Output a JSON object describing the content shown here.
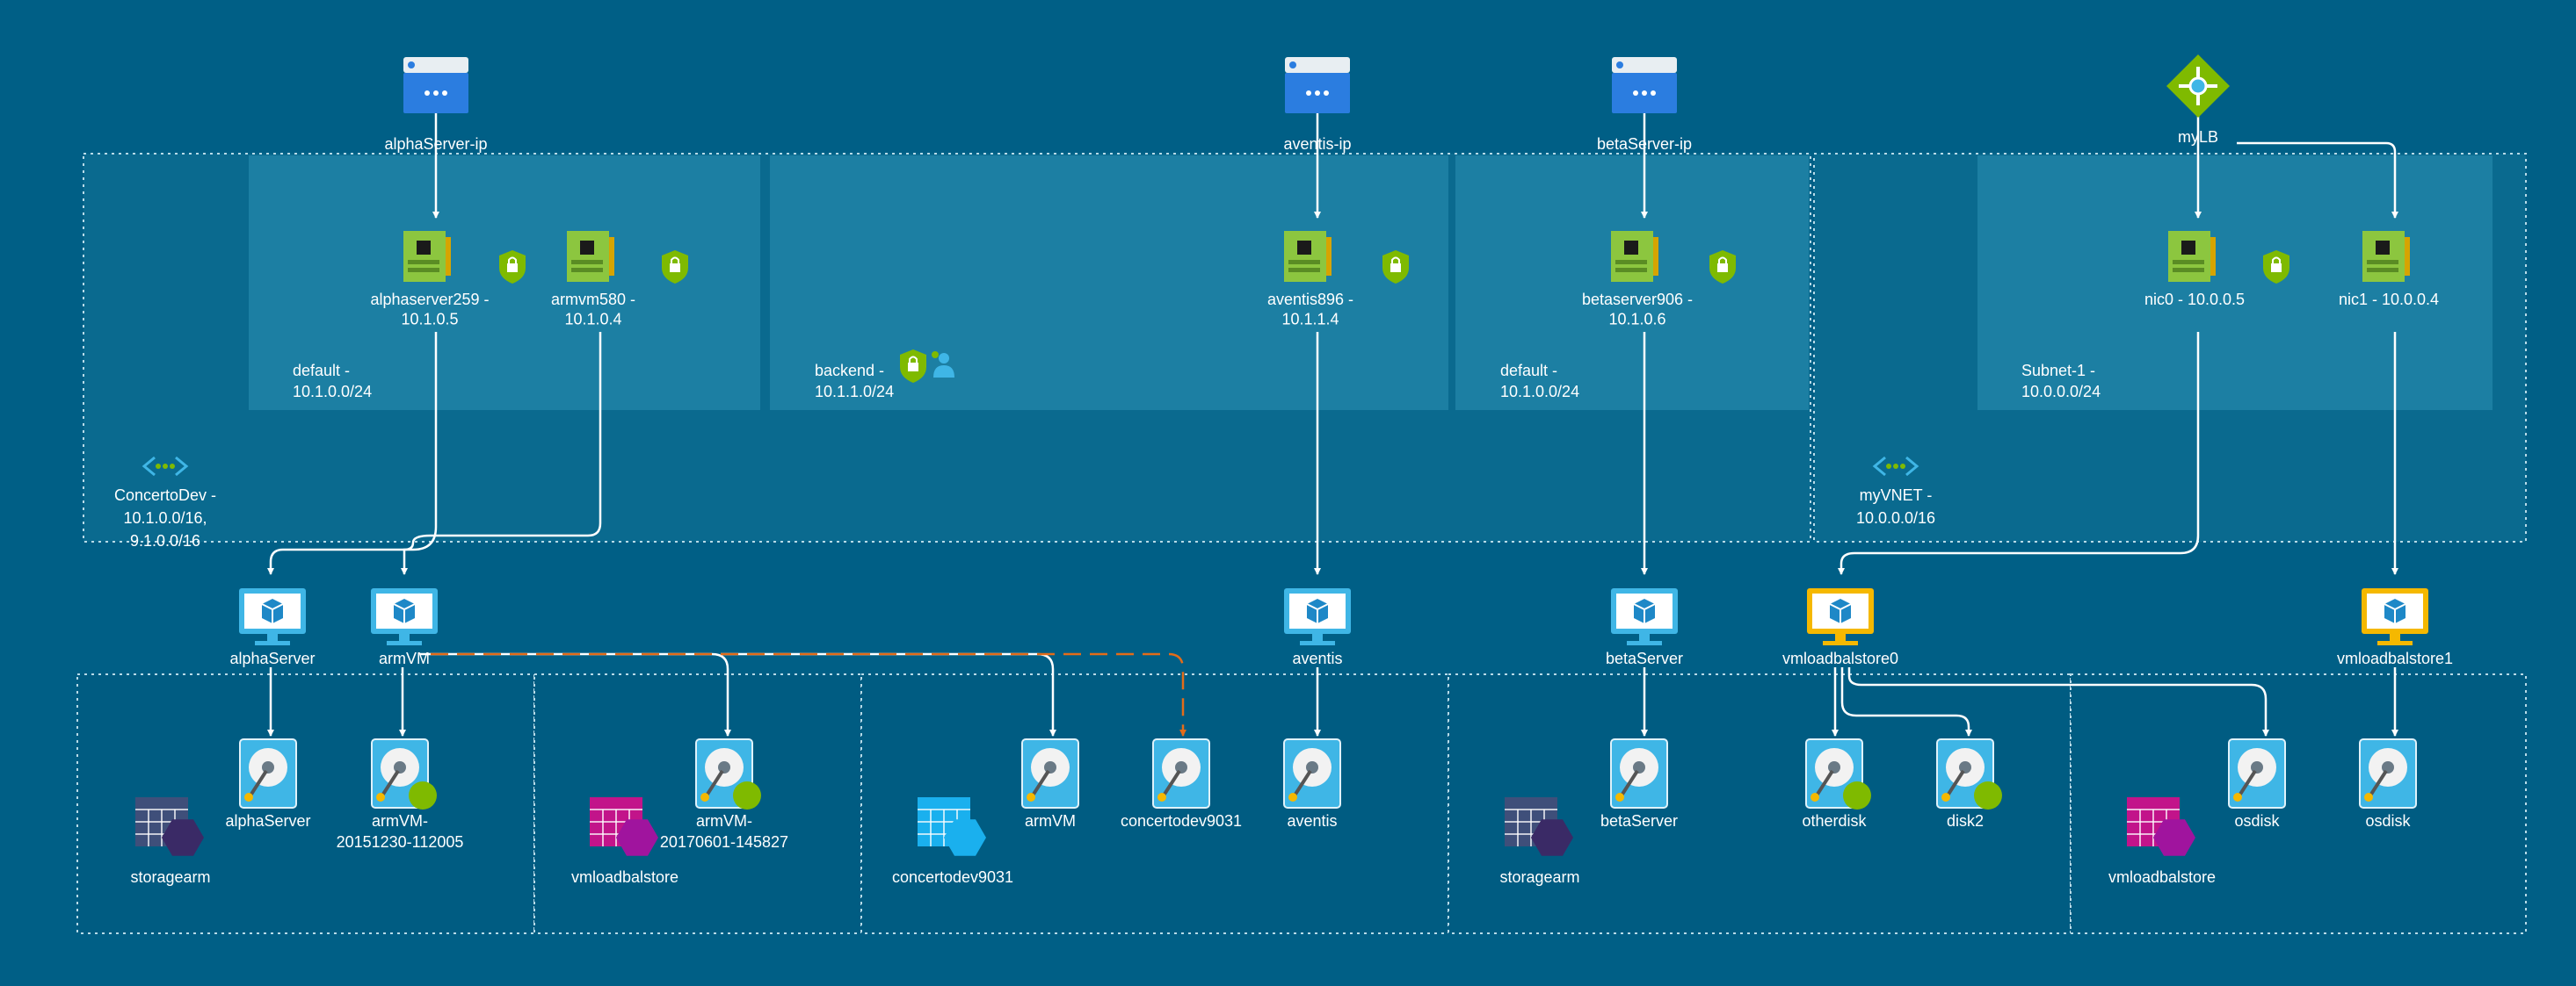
{
  "public_ips": [
    {
      "id": "alphaserver-ip",
      "label": "alphaServer-ip"
    },
    {
      "id": "aventis-ip",
      "label": "aventis-ip"
    },
    {
      "id": "betaserver-ip",
      "label": "betaServer-ip"
    }
  ],
  "load_balancer": {
    "label": "myLB"
  },
  "vnets": [
    {
      "id": "concertodev",
      "lines": [
        "ConcertoDev -",
        "10.1.0.0/16,",
        "9.1.0.0/16"
      ]
    },
    {
      "id": "myvnet",
      "lines": [
        "myVNET -",
        "10.0.0.0/16"
      ]
    }
  ],
  "subnets": [
    {
      "id": "default-1",
      "lines": [
        "default -",
        "10.1.0.0/24"
      ]
    },
    {
      "id": "backend",
      "lines": [
        "backend -",
        "10.1.1.0/24"
      ]
    },
    {
      "id": "default-2",
      "lines": [
        "default -",
        "10.1.0.0/24"
      ]
    },
    {
      "id": "subnet-1",
      "lines": [
        "Subnet-1 -",
        "10.0.0.0/24"
      ]
    }
  ],
  "nics": [
    {
      "id": "alphaserver259",
      "lines": [
        "alphaserver259 -",
        "10.1.0.5"
      ]
    },
    {
      "id": "armvm580",
      "lines": [
        "armvm580 -",
        "10.1.0.4"
      ]
    },
    {
      "id": "aventis896",
      "lines": [
        "aventis896 -",
        "10.1.1.4"
      ]
    },
    {
      "id": "betaserver906",
      "lines": [
        "betaserver906 -",
        "10.1.0.6"
      ]
    },
    {
      "id": "nic0",
      "lines": [
        "nic0 - 10.0.0.5"
      ]
    },
    {
      "id": "nic1",
      "lines": [
        "nic1 - 10.0.0.4"
      ]
    }
  ],
  "vms": [
    {
      "id": "alphaserver",
      "label": "alphaServer",
      "color": "#3fb6e6"
    },
    {
      "id": "armvm",
      "label": "armVM",
      "color": "#3fb6e6"
    },
    {
      "id": "aventis",
      "label": "aventis",
      "color": "#3fb6e6"
    },
    {
      "id": "betaserver",
      "label": "betaServer",
      "color": "#3fb6e6"
    },
    {
      "id": "vmloadbalstore0",
      "label": "vmloadbalstore0",
      "color": "#f5b800"
    },
    {
      "id": "vmloadbalstore1",
      "label": "vmloadbalstore1",
      "color": "#f5b800"
    }
  ],
  "disks": [
    {
      "id": "d-alphaserver",
      "lines": [
        "alphaServer"
      ],
      "badge": false
    },
    {
      "id": "d-armvm-2015",
      "lines": [
        "armVM-",
        "20151230-112005"
      ],
      "badge": true
    },
    {
      "id": "d-armvm-2017",
      "lines": [
        "armVM-",
        "20170601-145827"
      ],
      "badge": true
    },
    {
      "id": "d-armvm",
      "lines": [
        "armVM"
      ],
      "badge": false
    },
    {
      "id": "d-concertodev9031",
      "lines": [
        "concertodev9031"
      ],
      "badge": false
    },
    {
      "id": "d-aventis",
      "lines": [
        "aventis"
      ],
      "badge": false
    },
    {
      "id": "d-betaserver",
      "lines": [
        "betaServer"
      ],
      "badge": false
    },
    {
      "id": "d-otherdisk",
      "lines": [
        "otherdisk"
      ],
      "badge": true
    },
    {
      "id": "d-disk2",
      "lines": [
        "disk2"
      ],
      "badge": true
    },
    {
      "id": "d-osdisk-1",
      "lines": [
        "osdisk"
      ],
      "badge": false
    },
    {
      "id": "d-osdisk-2",
      "lines": [
        "osdisk"
      ],
      "badge": false
    }
  ],
  "storage_accounts": [
    {
      "id": "sa-storagearm-1",
      "label": "storagearm",
      "hex_color": "#3a2a66",
      "grid_color": "#3f4f7a"
    },
    {
      "id": "sa-vmloadbalstore-1",
      "label": "vmloadbalstore",
      "hex_color": "#a0149e",
      "grid_color": "#c2148a"
    },
    {
      "id": "sa-concertodev9031",
      "label": "concertodev9031",
      "hex_color": "#1ab0ee",
      "grid_color": "#1ab0ee"
    },
    {
      "id": "sa-storagearm-2",
      "label": "storagearm",
      "hex_color": "#3a2a66",
      "grid_color": "#3f4f7a"
    },
    {
      "id": "sa-vmloadbalstore-2",
      "label": "vmloadbalstore",
      "hex_color": "#a0149e",
      "grid_color": "#c2148a"
    }
  ],
  "colors": {
    "background": "#005f86",
    "subnet_fill": "#1c7fa3",
    "nic_green": "#8cc63f",
    "shield_green": "#7fba00",
    "dashed_link": "#e36c19",
    "disk_blue": "#3fb6e6"
  }
}
